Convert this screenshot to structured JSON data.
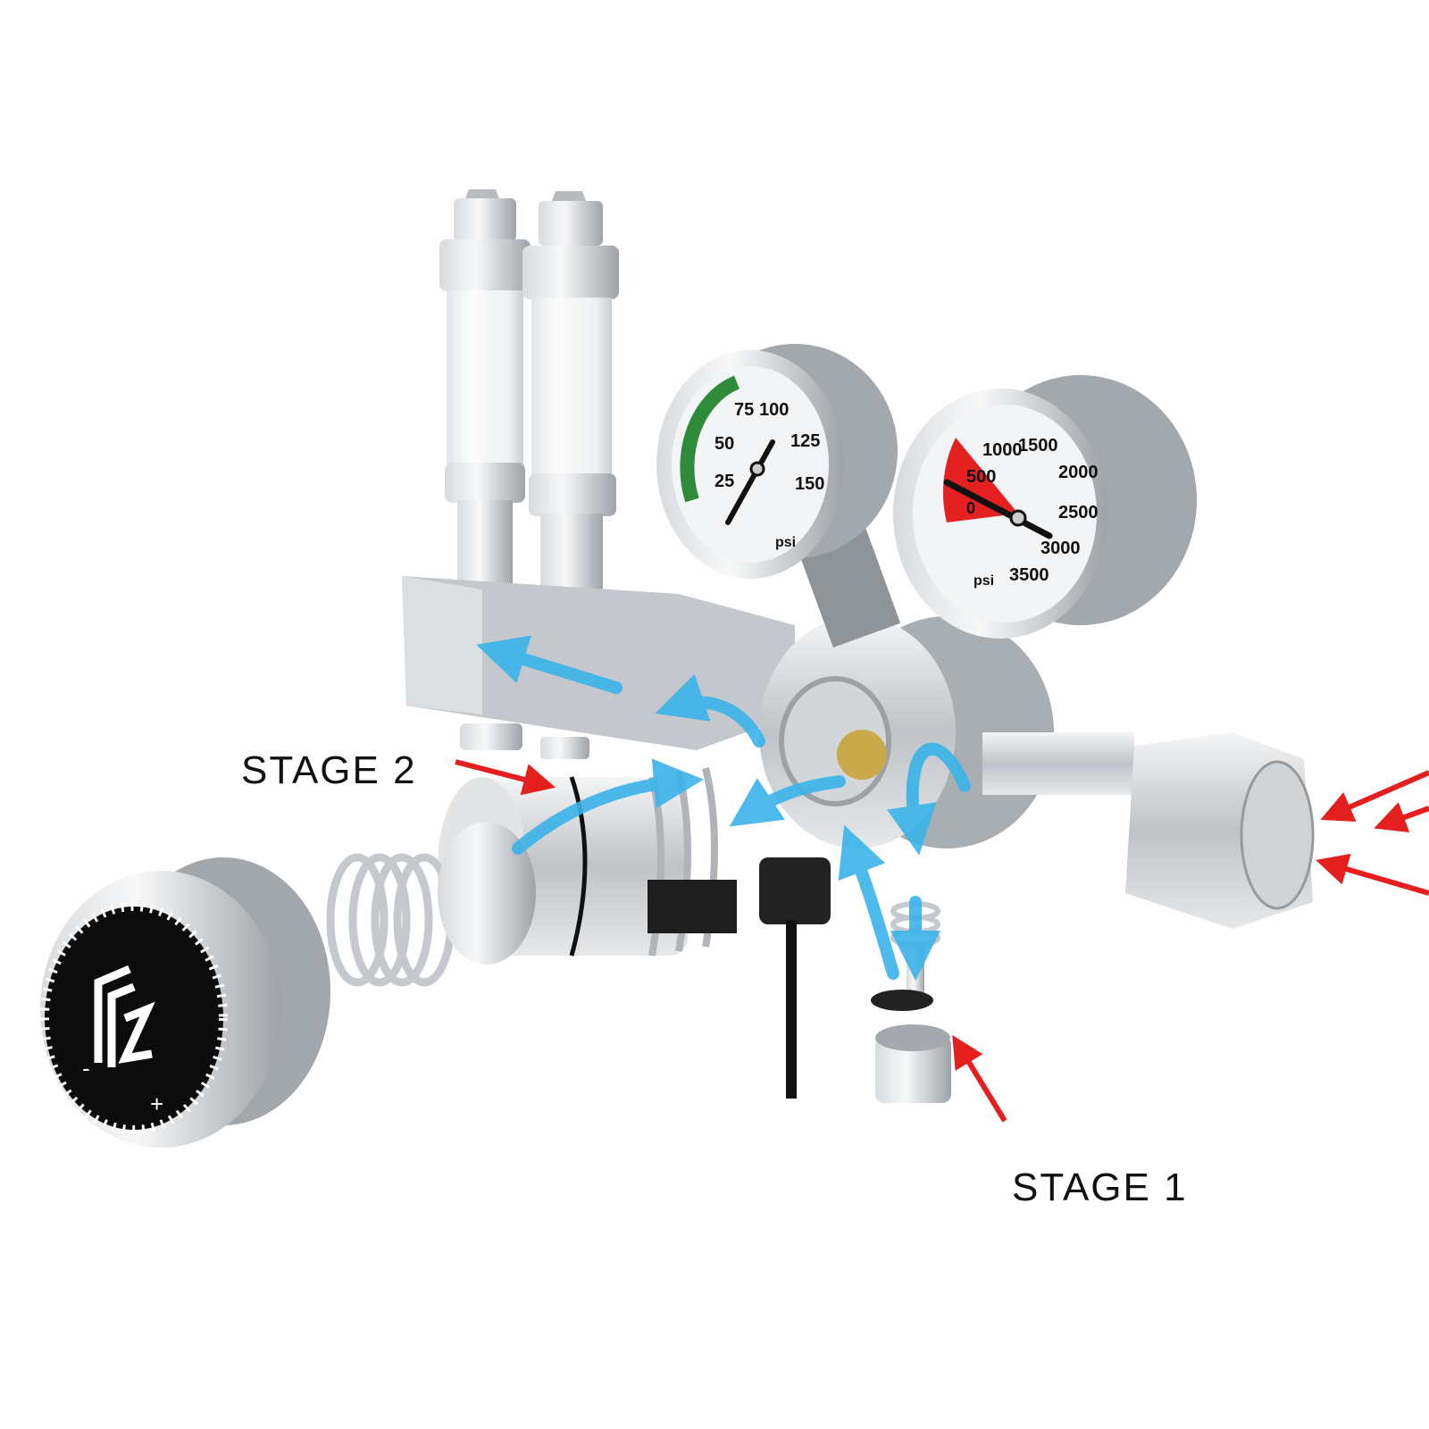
{
  "labels": {
    "stage_2": "STAGE 2",
    "stage_1": "STAGE 1"
  },
  "low_pressure_gauge": {
    "unit": "psi",
    "ticks": [
      "25",
      "50",
      "75",
      "100",
      "125",
      "150"
    ],
    "zone_color": "#2e8b3a"
  },
  "high_pressure_gauge": {
    "unit": "psi",
    "ticks": [
      "0",
      "500",
      "1000",
      "1500",
      "2000",
      "2500",
      "3000",
      "3500"
    ],
    "zone_color": "#e52020"
  },
  "knob": {
    "minus": "-",
    "plus": "+"
  },
  "colors": {
    "flow_arrow": "#3bb3ea",
    "callout_arrow": "#e51e1e",
    "metal": "#c9ccd0"
  }
}
